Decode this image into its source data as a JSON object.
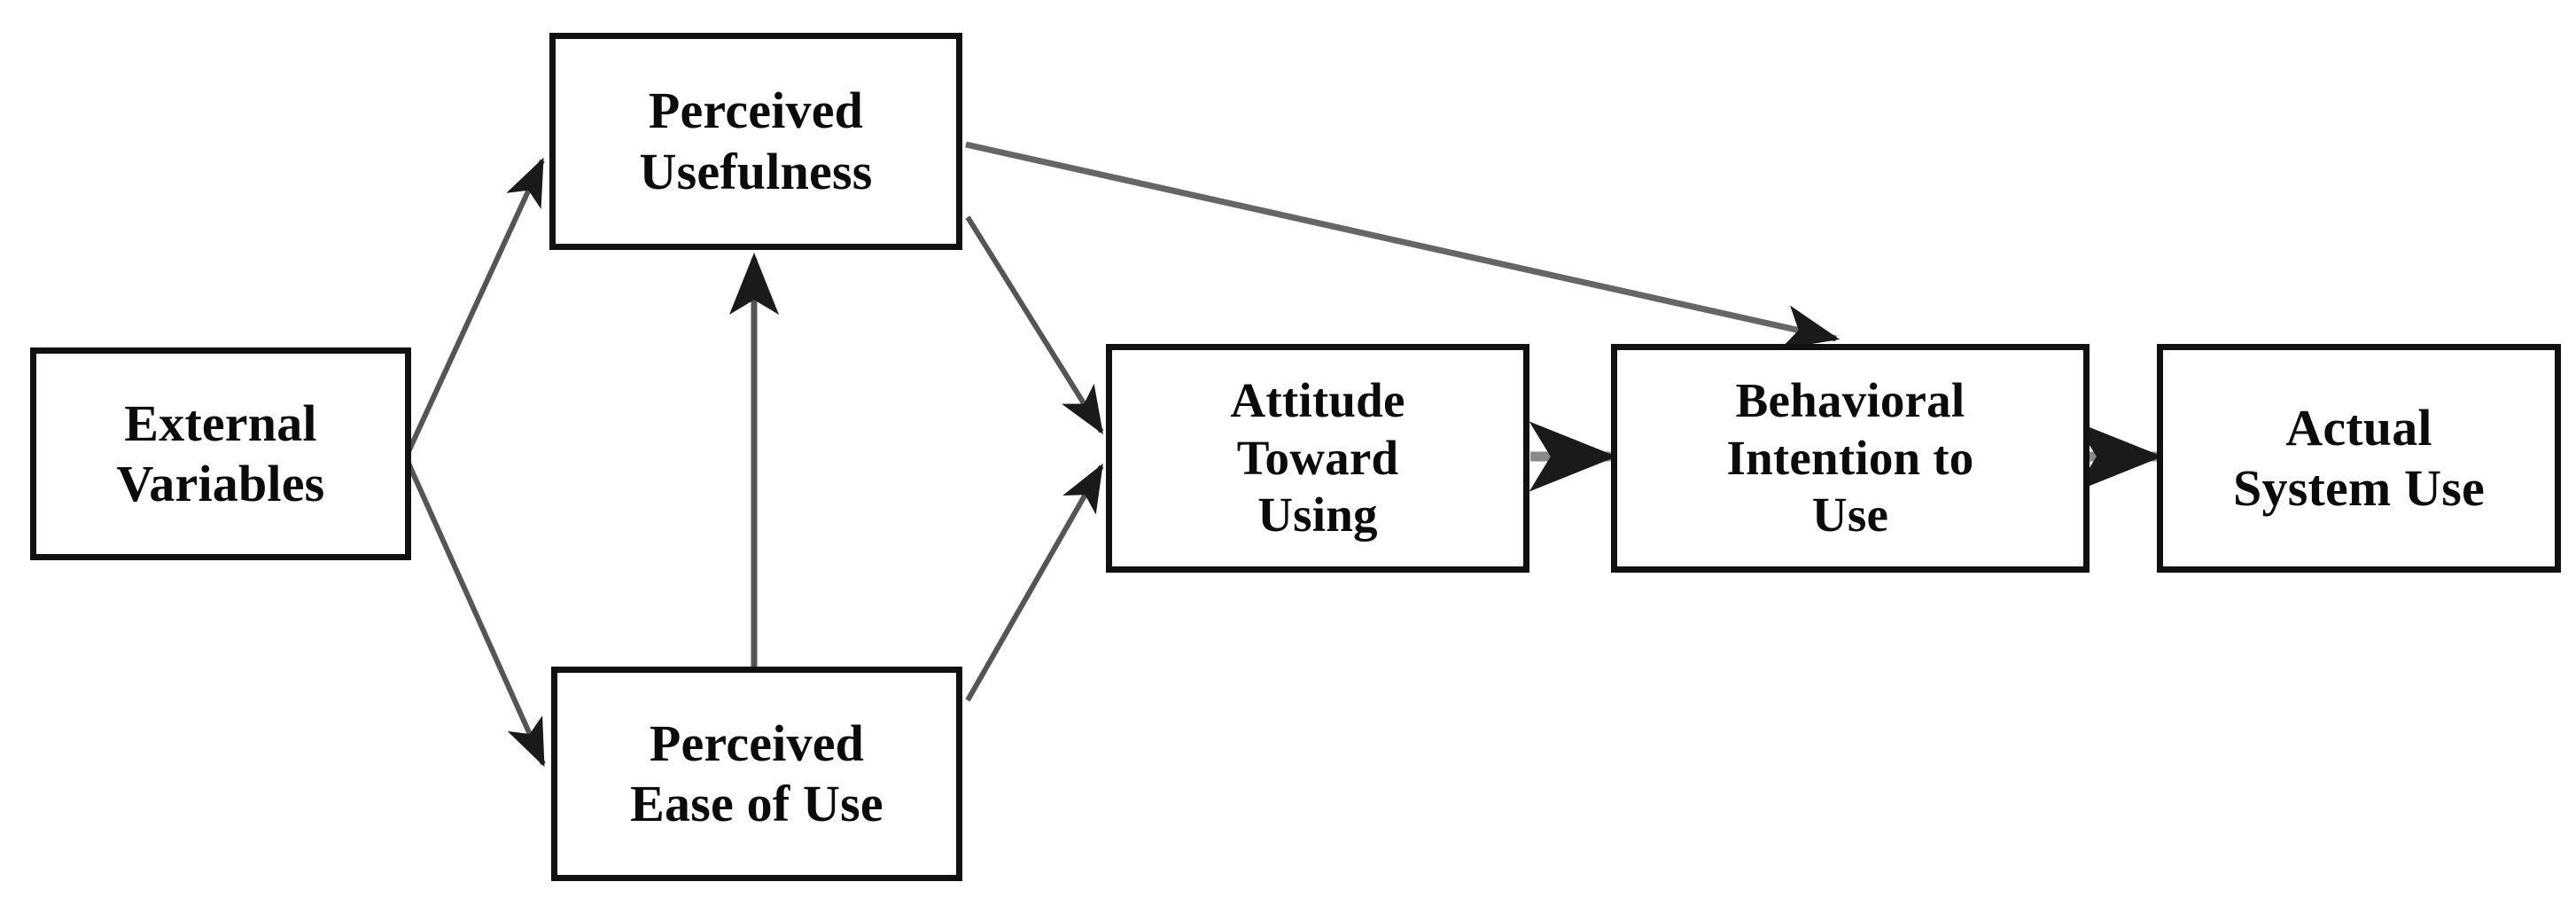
{
  "figure": {
    "kind": "technology-acceptance-model-diagram",
    "background_color": "#ffffff",
    "box_border_color": "#111111",
    "box_fill_color": "#ffffff",
    "edge_color": "#555555",
    "text_color": "#0b0b0b"
  },
  "nodes": {
    "external_variables": {
      "label": "External\nVariables"
    },
    "perceived_usefulness": {
      "label": "Perceived\nUsefulness"
    },
    "perceived_ease_of_use": {
      "label": "Perceived\nEase of Use"
    },
    "attitude_toward_using": {
      "label": "Attitude\nToward\nUsing"
    },
    "behavioral_intention_to_use": {
      "label": "Behavioral\nIntention to\nUse"
    },
    "actual_system_use": {
      "label": "Actual\nSystem Use"
    }
  },
  "edges": [
    {
      "id": "ev-to-pu",
      "from": "External Variables",
      "to": "Perceived Usefulness",
      "style": "solid-arrow"
    },
    {
      "id": "ev-to-peou",
      "from": "External Variables",
      "to": "Perceived Ease of Use",
      "style": "solid-arrow"
    },
    {
      "id": "peou-to-pu",
      "from": "Perceived Ease of Use",
      "to": "Perceived Usefulness",
      "style": "solid-arrow"
    },
    {
      "id": "pu-to-atu",
      "from": "Perceived Usefulness",
      "to": "Attitude Toward Using",
      "style": "solid-arrow"
    },
    {
      "id": "peou-to-atu",
      "from": "Perceived Ease of Use",
      "to": "Attitude Toward Using",
      "style": "solid-arrow"
    },
    {
      "id": "pu-to-biu",
      "from": "Perceived Usefulness",
      "to": "Behavioral Intention to Use",
      "style": "solid-arrow"
    },
    {
      "id": "atu-to-biu",
      "from": "Attitude Toward Using",
      "to": "Behavioral Intention to Use",
      "style": "solid-arrow"
    },
    {
      "id": "biu-to-asu",
      "from": "Behavioral Intention to Use",
      "to": "Actual System Use",
      "style": "solid-arrow"
    }
  ]
}
